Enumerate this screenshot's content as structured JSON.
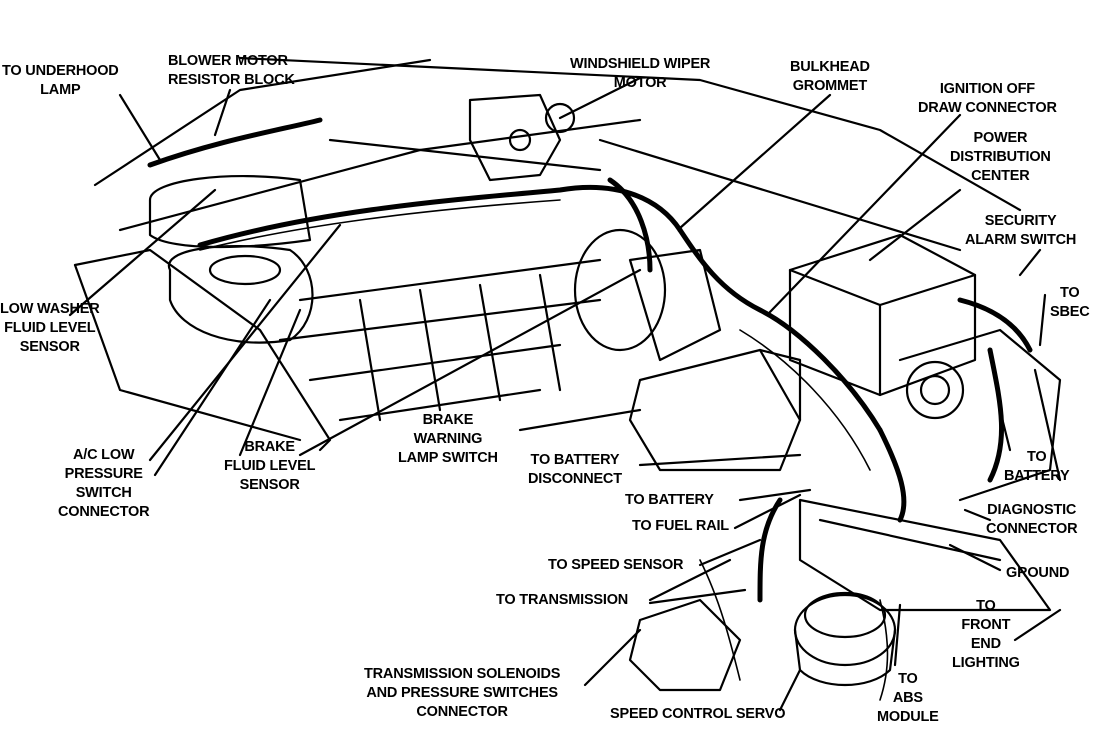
{
  "labels": {
    "underhood_lamp": [
      "TO UNDERHOOD",
      "LAMP"
    ],
    "blower_motor": [
      "BLOWER MOTOR",
      "RESISTOR BLOCK"
    ],
    "wiper_motor": [
      "WINDSHIELD WIPER",
      "MOTOR"
    ],
    "bulkhead": [
      "BULKHEAD",
      "GROMMET"
    ],
    "ignition_off": [
      "IGNITION OFF",
      "DRAW CONNECTOR"
    ],
    "pdc": [
      "POWER",
      "DISTRIBUTION",
      "CENTER"
    ],
    "security": [
      "SECURITY",
      "ALARM SWITCH"
    ],
    "sbec": [
      "TO",
      "SBEC"
    ],
    "low_washer": [
      "LOW WASHER",
      "FLUID LEVEL",
      "SENSOR"
    ],
    "ac_low": [
      "A/C LOW",
      "PRESSURE",
      "SWITCH",
      "CONNECTOR"
    ],
    "brake_fluid": [
      "BRAKE",
      "FLUID LEVEL",
      "SENSOR"
    ],
    "brake_warning": [
      "BRAKE",
      "WARNING",
      "LAMP SWITCH"
    ],
    "battery_disconnect": [
      "TO BATTERY",
      "DISCONNECT"
    ],
    "to_battery_mid": [
      "TO BATTERY"
    ],
    "fuel_rail": [
      "TO FUEL RAIL"
    ],
    "speed_sensor": [
      "TO SPEED SENSOR"
    ],
    "transmission": [
      "TO TRANSMISSION"
    ],
    "trans_solenoids": [
      "TRANSMISSION SOLENOIDS",
      "AND PRESSURE SWITCHES",
      "CONNECTOR"
    ],
    "speed_servo": [
      "SPEED CONTROL SERVO"
    ],
    "abs": [
      "TO",
      "ABS",
      "MODULE"
    ],
    "to_battery_right": [
      "TO",
      "BATTERY"
    ],
    "diagnostic": [
      "DIAGNOSTIC",
      "CONNECTOR"
    ],
    "ground": [
      "GROUND"
    ],
    "front_lighting": [
      "TO",
      "FRONT",
      "END",
      "LIGHTING"
    ]
  }
}
